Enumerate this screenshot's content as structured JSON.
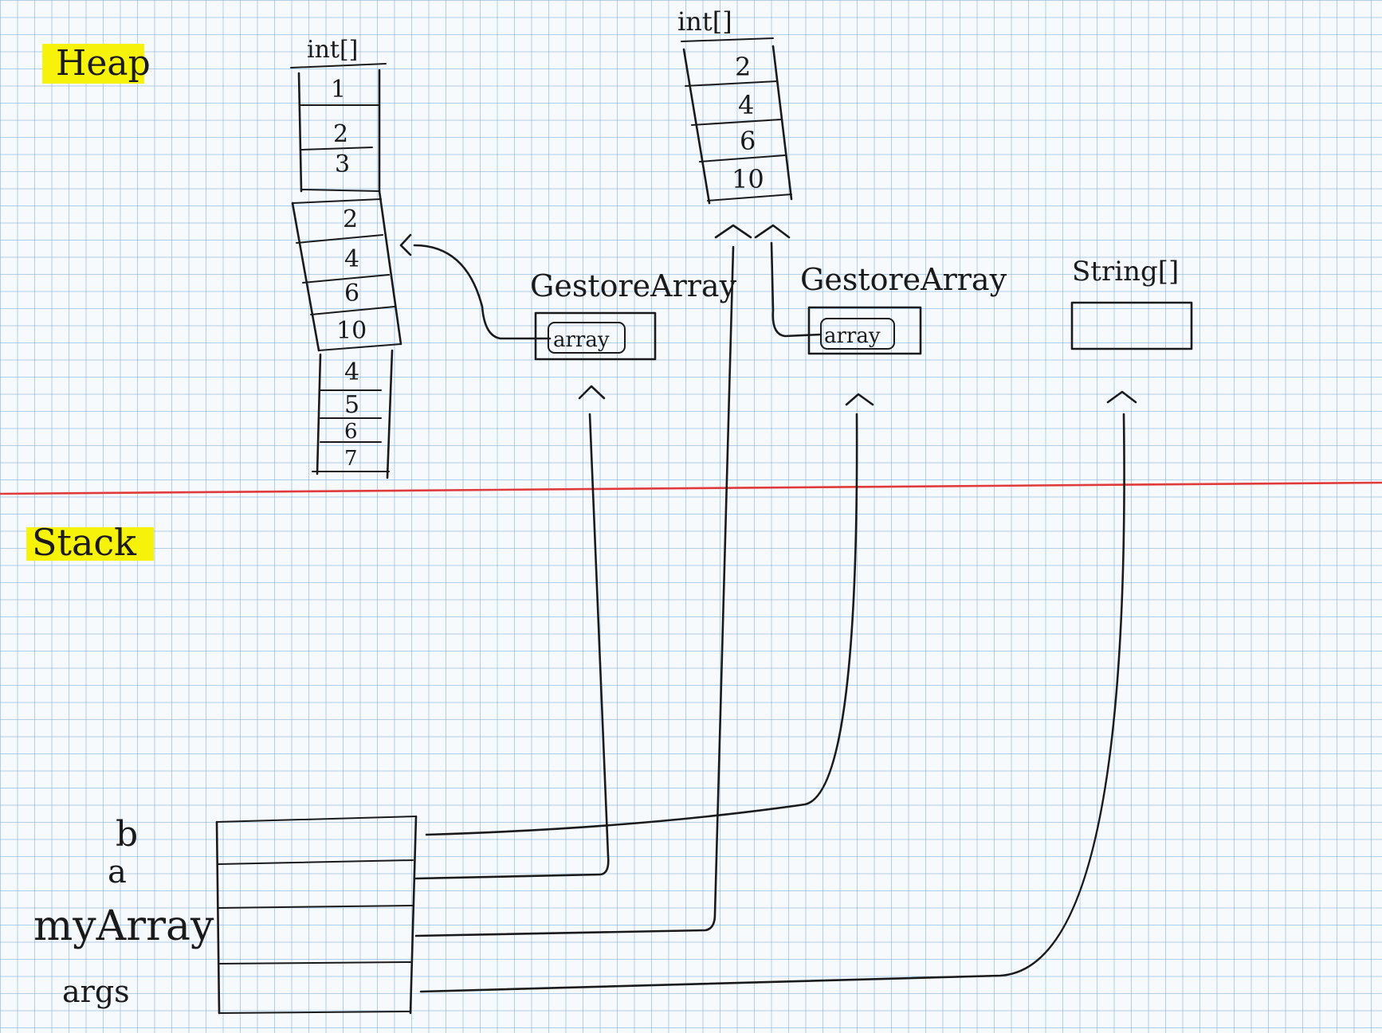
{
  "sections": {
    "heap": "Heap",
    "stack": "Stack"
  },
  "arrays": {
    "left": {
      "type": "int[]",
      "block1": [
        "1",
        "2",
        "3"
      ],
      "block2": [
        "2",
        "4",
        "6",
        "10"
      ],
      "block3": [
        "4",
        "5",
        "6",
        "7"
      ]
    },
    "top": {
      "type": "int[]",
      "cells": [
        "2",
        "4",
        "6",
        "10"
      ]
    },
    "strings": {
      "type": "String[]"
    }
  },
  "objects": {
    "first": {
      "type": "GestoreArray",
      "field": "array"
    },
    "second": {
      "type": "GestoreArray",
      "field": "array"
    }
  },
  "stack_vars": [
    "b",
    "a",
    "myArray",
    "args"
  ],
  "colors": {
    "highlight": "#f7f20a",
    "divider": "#e03a3a",
    "ink": "#1a1a1a"
  }
}
